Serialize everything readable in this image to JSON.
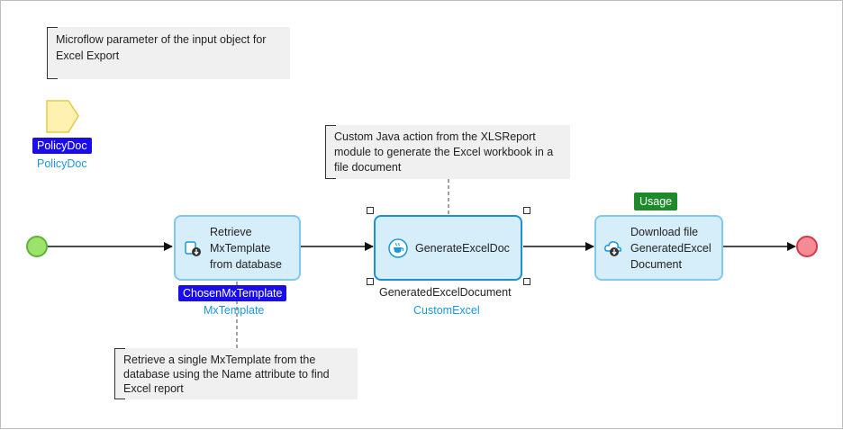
{
  "annotations": {
    "param_note": "Microflow parameter of the input object for Excel Export",
    "java_note": "Custom Java action from the XLSReport module to generate the Excel workbook in a file document",
    "retrieve_note": "Retrieve a single MxTemplate from the database using the Name attribute to find Excel report"
  },
  "parameter": {
    "tag": "PolicyDoc",
    "type": "PolicyDoc"
  },
  "activities": {
    "retrieve": {
      "label": "Retrieve\nMxTemplate\nfrom database",
      "tag": "ChosenMxTemplate",
      "type": "MxTemplate",
      "icon": "database-retrieve-icon"
    },
    "generate": {
      "label": "GenerateExcelDoc",
      "output": "GeneratedExcelDocument",
      "type": "CustomExcel",
      "icon": "java-cup-icon"
    },
    "download": {
      "label": "Download file\nGeneratedExcel\nDocument",
      "badge": "Usage",
      "icon": "cloud-download-icon"
    }
  },
  "colors": {
    "activity_fill": "#d6eefa",
    "activity_border": "#7fc8ee",
    "selected_border": "#1c8fd6",
    "tag_blue": "#1a0dea",
    "tag_green": "#1f8a2c",
    "type_text": "#1c97de",
    "start_fill": "#9be36b",
    "end_fill": "#f58c95",
    "parameter_fill": "#fff2b0"
  }
}
